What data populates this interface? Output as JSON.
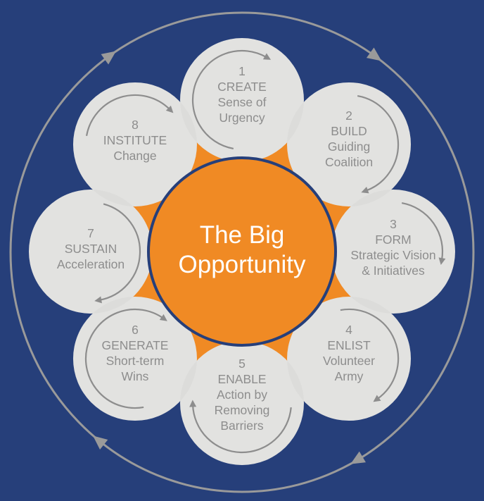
{
  "center": {
    "line1": "The Big",
    "line2": "Opportunity"
  },
  "colors": {
    "background": "#263f7a",
    "petal": "#e9e9e7",
    "text": "#8d8d8d",
    "orange": "#f08a24",
    "ring": "#9a9a9a"
  },
  "petals": [
    {
      "number": "1",
      "verb": "CREATE",
      "lines": [
        "Sense of",
        "Urgency"
      ]
    },
    {
      "number": "2",
      "verb": "BUILD",
      "lines": [
        "Guiding",
        "Coalition"
      ]
    },
    {
      "number": "3",
      "verb": "FORM",
      "lines": [
        "Strategic Vision",
        "& Initiatives"
      ]
    },
    {
      "number": "4",
      "verb": "ENLIST",
      "lines": [
        "Volunteer",
        "Army"
      ]
    },
    {
      "number": "5",
      "verb": "ENABLE",
      "lines": [
        "Action by",
        "Removing",
        "Barriers"
      ]
    },
    {
      "number": "6",
      "verb": "GENERATE",
      "lines": [
        "Short-term",
        "Wins"
      ]
    },
    {
      "number": "7",
      "verb": "SUSTAIN",
      "lines": [
        "Acceleration"
      ]
    },
    {
      "number": "8",
      "verb": "INSTITUTE",
      "lines": [
        "Change"
      ]
    }
  ]
}
